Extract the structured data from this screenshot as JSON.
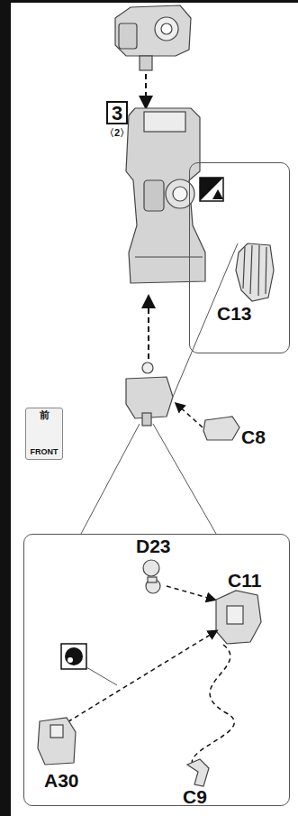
{
  "diagram": {
    "nodes": [
      {
        "text": [
          "3",
          "〈2〉"
        ]
      },
      {
        "text": [
          "C13"
        ]
      },
      {
        "text": [
          "前",
          "FRONT"
        ]
      },
      {
        "text": [
          "D23",
          "C11",
          "A30",
          "C9"
        ]
      }
    ],
    "labels": [
      "C8"
    ]
  }
}
